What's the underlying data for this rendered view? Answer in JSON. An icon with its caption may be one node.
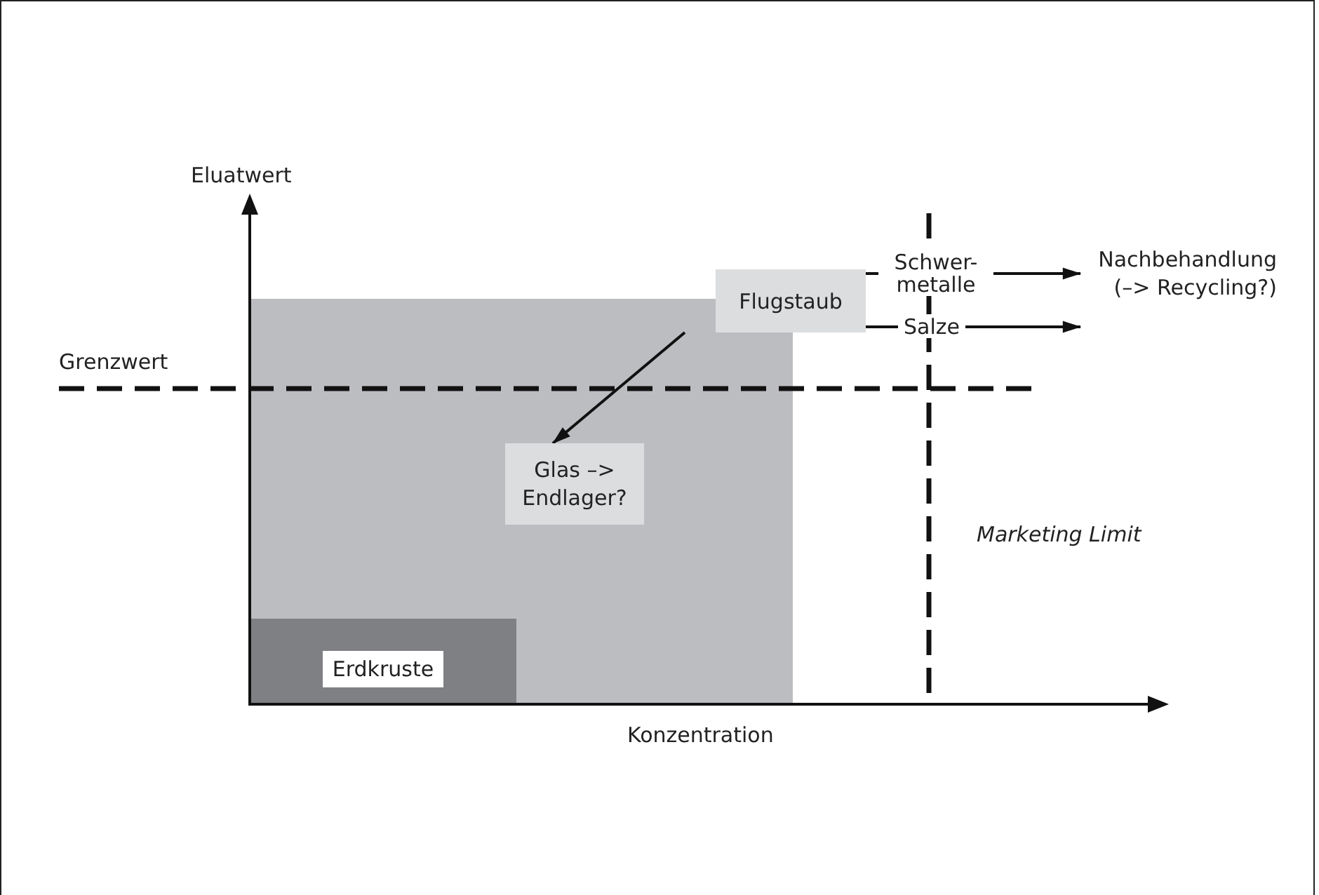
{
  "diagram": {
    "nodes": [
      {
        "text": [
          "Flugstaub"
        ]
      },
      {
        "text": [
          "Glas –> Endlager?"
        ]
      },
      {
        "text": [
          "Nachbehandlung (–> Recycling?)"
        ]
      },
      {
        "text": [
          "Erdkruste"
        ]
      }
    ],
    "edges": [
      {
        "from": 0,
        "to": 1,
        "arrow": "to"
      },
      {
        "from": 0,
        "to": 2,
        "arrow": "to",
        "label": "Schwer- metalle"
      },
      {
        "from": 0,
        "to": 2,
        "arrow": "to",
        "label": "Salze"
      }
    ],
    "labels": [
      "Eluatwert",
      "Grenzwert",
      "Marketing Limit",
      "Konzentration"
    ]
  }
}
